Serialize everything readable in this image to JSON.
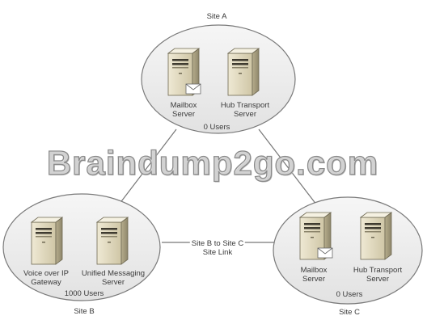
{
  "sites": [
    {
      "id": "a",
      "name": "Site A",
      "users": "0 Users",
      "servers": [
        {
          "label_lines": [
            "Mailbox",
            "Server"
          ],
          "type": "mailbox"
        },
        {
          "label_lines": [
            "Hub Transport",
            "Server"
          ],
          "type": "tower"
        }
      ]
    },
    {
      "id": "b",
      "name": "Site B",
      "users": "1000 Users",
      "servers": [
        {
          "label_lines": [
            "Voice over IP",
            "Gateway"
          ],
          "type": "tower"
        },
        {
          "label_lines": [
            "Unified Messaging",
            "Server"
          ],
          "type": "tower"
        }
      ]
    },
    {
      "id": "c",
      "name": "Site C",
      "users": "0 Users",
      "servers": [
        {
          "label_lines": [
            "Mailbox",
            "Server"
          ],
          "type": "mailbox"
        },
        {
          "label_lines": [
            "Hub Transport",
            "Server"
          ],
          "type": "tower"
        }
      ]
    }
  ],
  "links": [
    {
      "id": "b-c",
      "label_lines": [
        "Site B to Site C",
        "Site Link"
      ]
    },
    {
      "id": "a-b",
      "label_lines": []
    },
    {
      "id": "a-c",
      "label_lines": []
    }
  ],
  "watermark": "Braindump2go.com",
  "colors": {
    "ellipse_fill": "#ececec",
    "ellipse_stroke": "#7a7a7a",
    "link": "#777777",
    "server_body": "#e4dcc3",
    "server_dark": "#5a5545"
  }
}
